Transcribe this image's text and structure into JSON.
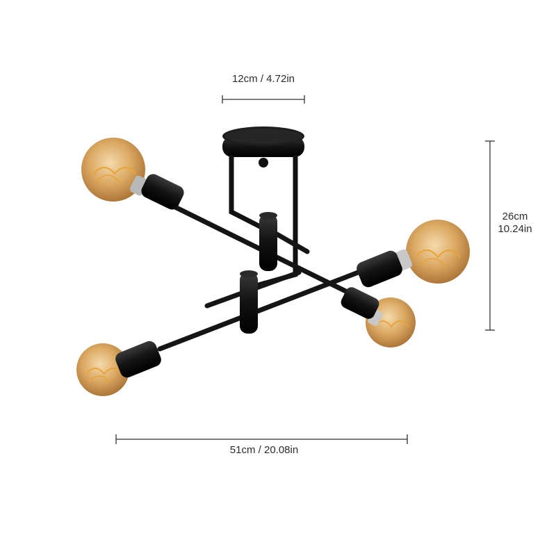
{
  "dimensions": {
    "width_top": "12cm / 4.72in",
    "width_total": "51cm / 20.08in",
    "height_cm": "26cm",
    "height_in": "10.24in"
  },
  "colors": {
    "fixture": "#141414",
    "bulb_glass": "#d9a45a",
    "filament": "#e8a236",
    "dimension_line": "#333333"
  }
}
